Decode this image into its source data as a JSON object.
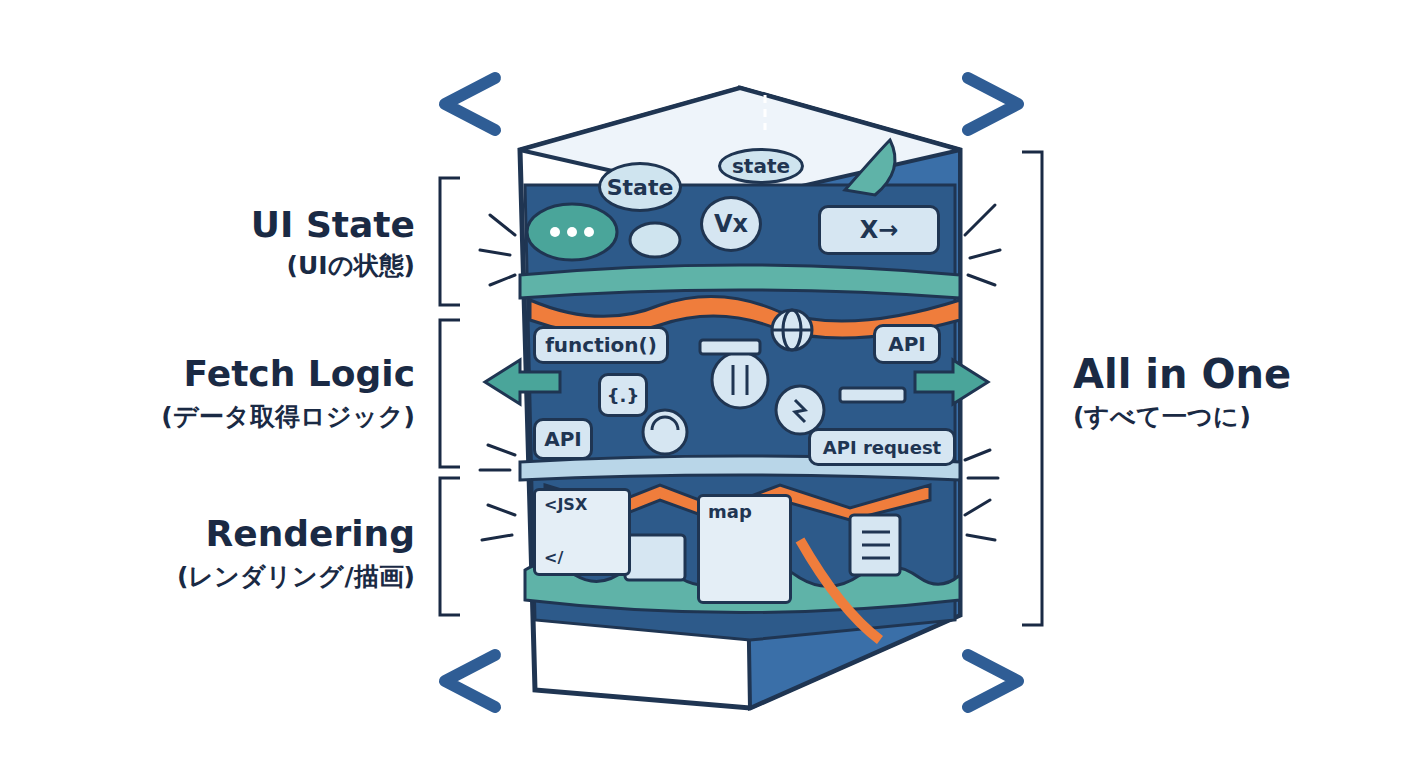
{
  "diagram": {
    "nodes": [
      {
        "text": [
          "State"
        ]
      },
      {
        "text": [
          "state"
        ]
      },
      {
        "text": [
          "Vx"
        ]
      },
      {
        "text": [
          "X→"
        ]
      },
      {
        "text": [
          "function()"
        ]
      },
      {
        "text": [
          "API"
        ]
      },
      {
        "text": [
          "{.}"
        ]
      },
      {
        "text": [
          "API"
        ]
      },
      {
        "text": [
          "API request"
        ]
      },
      {
        "text": [
          "<JSX",
          "</"
        ]
      },
      {
        "text": [
          "map"
        ]
      }
    ],
    "labels": [
      "UI State",
      "(UIの状態)",
      "Fetch Logic",
      "(データ取得ロジック)",
      "Rendering",
      "(レンダリング/描画)",
      "All in One",
      "(すべて一つに)"
    ]
  }
}
